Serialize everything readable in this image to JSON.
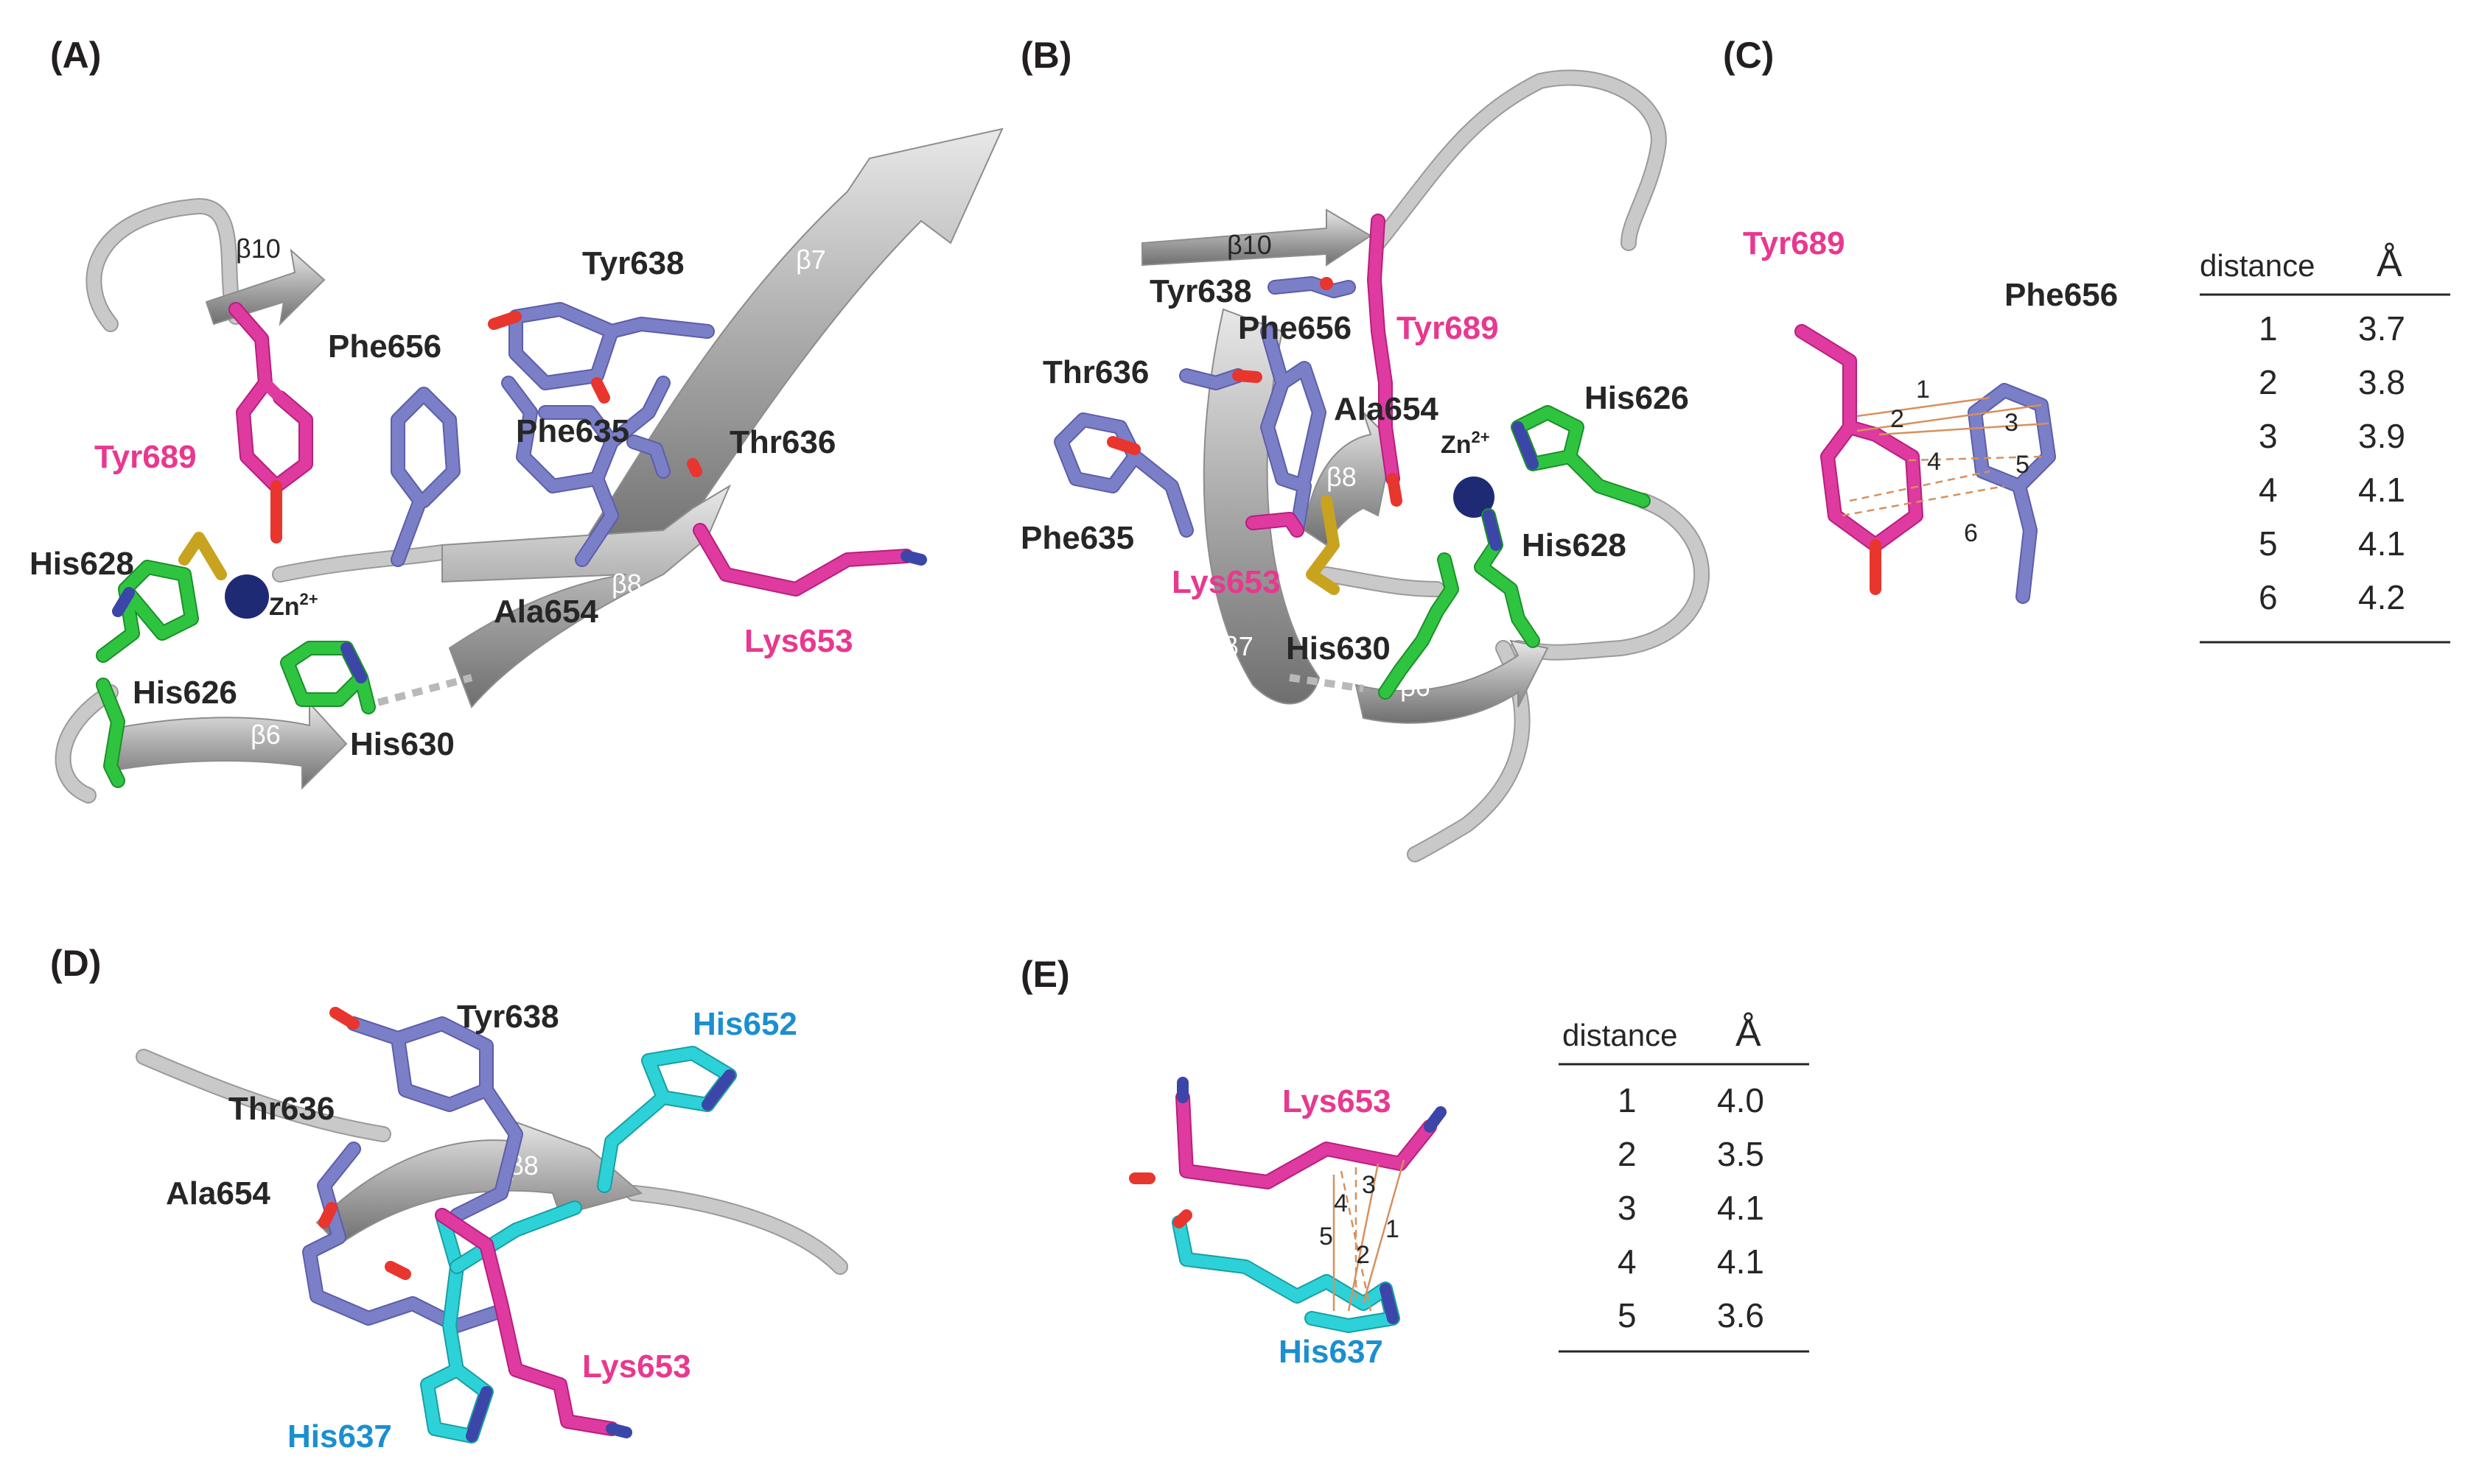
{
  "panels": {
    "A": {
      "letter": "(A)",
      "labels": {
        "b10": "β10",
        "b7": "β7",
        "b8": "β8",
        "b6": "β6",
        "tyr638": "Tyr638",
        "phe656": "Phe656",
        "phe635": "Phe635",
        "thr636": "Thr636",
        "tyr689": "Tyr689",
        "his628": "His628",
        "zn_base": "Zn",
        "zn_sup": "2+",
        "his626": "His626",
        "ala654": "Ala654",
        "lys653": "Lys653",
        "his630": "His630"
      }
    },
    "B": {
      "letter": "(B)",
      "labels": {
        "b10": "β10",
        "tyr638": "Tyr638",
        "phe656": "Phe656",
        "tyr689": "Tyr689",
        "thr636": "Thr636",
        "ala654": "Ala654",
        "his626": "His626",
        "zn_base": "Zn",
        "zn_sup": "2+",
        "b8": "β8",
        "phe635": "Phe635",
        "his628": "His628",
        "lys653": "Lys653",
        "b7": "β7",
        "his630": "His630",
        "b6": "β6"
      }
    },
    "C": {
      "letter": "(C)",
      "labels": {
        "tyr689": "Tyr689",
        "phe656": "Phe656"
      },
      "distance_markers": [
        "1",
        "2",
        "3",
        "4",
        "5",
        "6"
      ],
      "table": {
        "headers": [
          "distance",
          "Å"
        ],
        "rows": [
          [
            "1",
            "3.7"
          ],
          [
            "2",
            "3.8"
          ],
          [
            "3",
            "3.9"
          ],
          [
            "4",
            "4.1"
          ],
          [
            "5",
            "4.1"
          ],
          [
            "6",
            "4.2"
          ]
        ]
      }
    },
    "D": {
      "letter": "(D)",
      "labels": {
        "tyr638": "Tyr638",
        "his652": "His652",
        "thr636": "Thr636",
        "ala654": "Ala654",
        "b8": "β8",
        "lys653": "Lys653",
        "his637": "His637"
      }
    },
    "E": {
      "letter": "(E)",
      "labels": {
        "lys653": "Lys653",
        "his637": "His637"
      },
      "distance_markers": [
        "1",
        "2",
        "3",
        "4",
        "5"
      ],
      "table": {
        "headers": [
          "distance",
          "Å"
        ],
        "rows": [
          [
            "1",
            "4.0"
          ],
          [
            "2",
            "3.5"
          ],
          [
            "3",
            "4.1"
          ],
          [
            "4",
            "4.1"
          ],
          [
            "5",
            "3.6"
          ]
        ]
      }
    }
  },
  "colors": {
    "carbon_slate": "#7b7fc7",
    "carbon_magenta": "#de3aa0",
    "carbon_green": "#2ec440",
    "carbon_cyan": "#2cd2d8",
    "nitrogen": "#3b46a8",
    "oxygen": "#e8352e",
    "sulfur": "#c8a320",
    "label_magenta": "#e8388f",
    "label_blue": "#1b8fd0",
    "label_dark": "#262626",
    "ribbon": "#9c9c9c"
  }
}
